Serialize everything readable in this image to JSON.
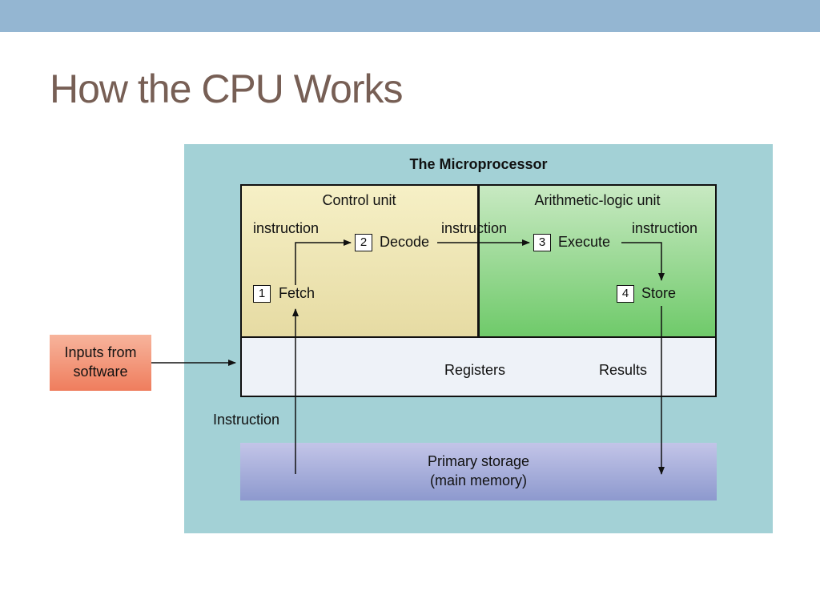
{
  "slide": {
    "title": "How the CPU Works"
  },
  "diagram": {
    "title": "The Microprocessor",
    "control_unit": "Control unit",
    "alu": "Arithmetic-logic unit",
    "steps": [
      {
        "num": "1",
        "label": "Fetch"
      },
      {
        "num": "2",
        "label": "Decode"
      },
      {
        "num": "3",
        "label": "Execute"
      },
      {
        "num": "4",
        "label": "Store"
      }
    ],
    "flow_labels": {
      "fetch_to_decode": "instruction",
      "decode_to_execute": "instruction",
      "execute_to_store": "instruction",
      "memory_to_fetch": "Instruction"
    },
    "registers": "Registers",
    "results": "Results",
    "inputs": {
      "line1": "Inputs from",
      "line2": "software"
    },
    "storage": {
      "line1": "Primary storage",
      "line2": "(main memory)"
    }
  },
  "colors": {
    "top_bar": "#94b6d2",
    "title_text": "#775f55",
    "diagram_background": "#a3d1d6",
    "control_unit": "#eee6b4",
    "alu": "#8fd68a",
    "registers": "#eef2f8",
    "storage": "#a7add9",
    "inputs": "#f2947a"
  }
}
